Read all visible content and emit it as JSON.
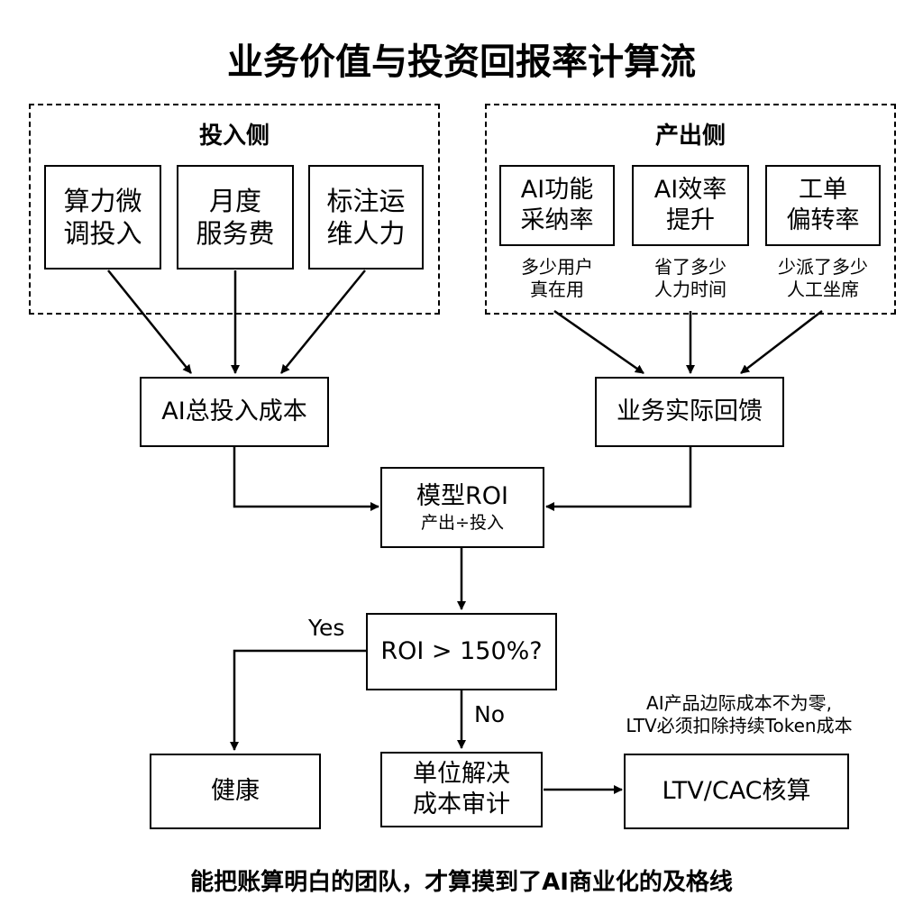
{
  "title": "业务价值与投资回报率计算流",
  "input_group": {
    "title": "投入侧",
    "items": [
      {
        "line1": "算力微",
        "line2": "调投入"
      },
      {
        "line1": "月度",
        "line2": "服务费"
      },
      {
        "line1": "标注运",
        "line2": "维人力"
      }
    ]
  },
  "output_group": {
    "title": "产出侧",
    "items": [
      {
        "line1": "AI功能",
        "line2": "采纳率",
        "note1": "多少用户",
        "note2": "真在用"
      },
      {
        "line1": "AI效率",
        "line2": "提升",
        "note1": "省了多少",
        "note2": "人力时间"
      },
      {
        "line1": "工单",
        "line2": "偏转率",
        "note1": "少派了多少",
        "note2": "人工坐席"
      }
    ]
  },
  "total_cost": "AI总投入成本",
  "business_feedback": "业务实际回馈",
  "roi": {
    "label": "模型ROI",
    "formula": "产出÷投入"
  },
  "decision": {
    "label": "ROI > 150%?",
    "yes": "Yes",
    "no": "No"
  },
  "healthy": "健康",
  "audit": {
    "line1": "单位解决",
    "line2": "成本审计"
  },
  "ltv": "LTV/CAC核算",
  "ltv_note": {
    "line1": "AI产品边际成本不为零,",
    "line2": "LTV必须扣除持续Token成本"
  },
  "footer": "能把账算明白的团队，才算摸到了AI商业化的及格线"
}
